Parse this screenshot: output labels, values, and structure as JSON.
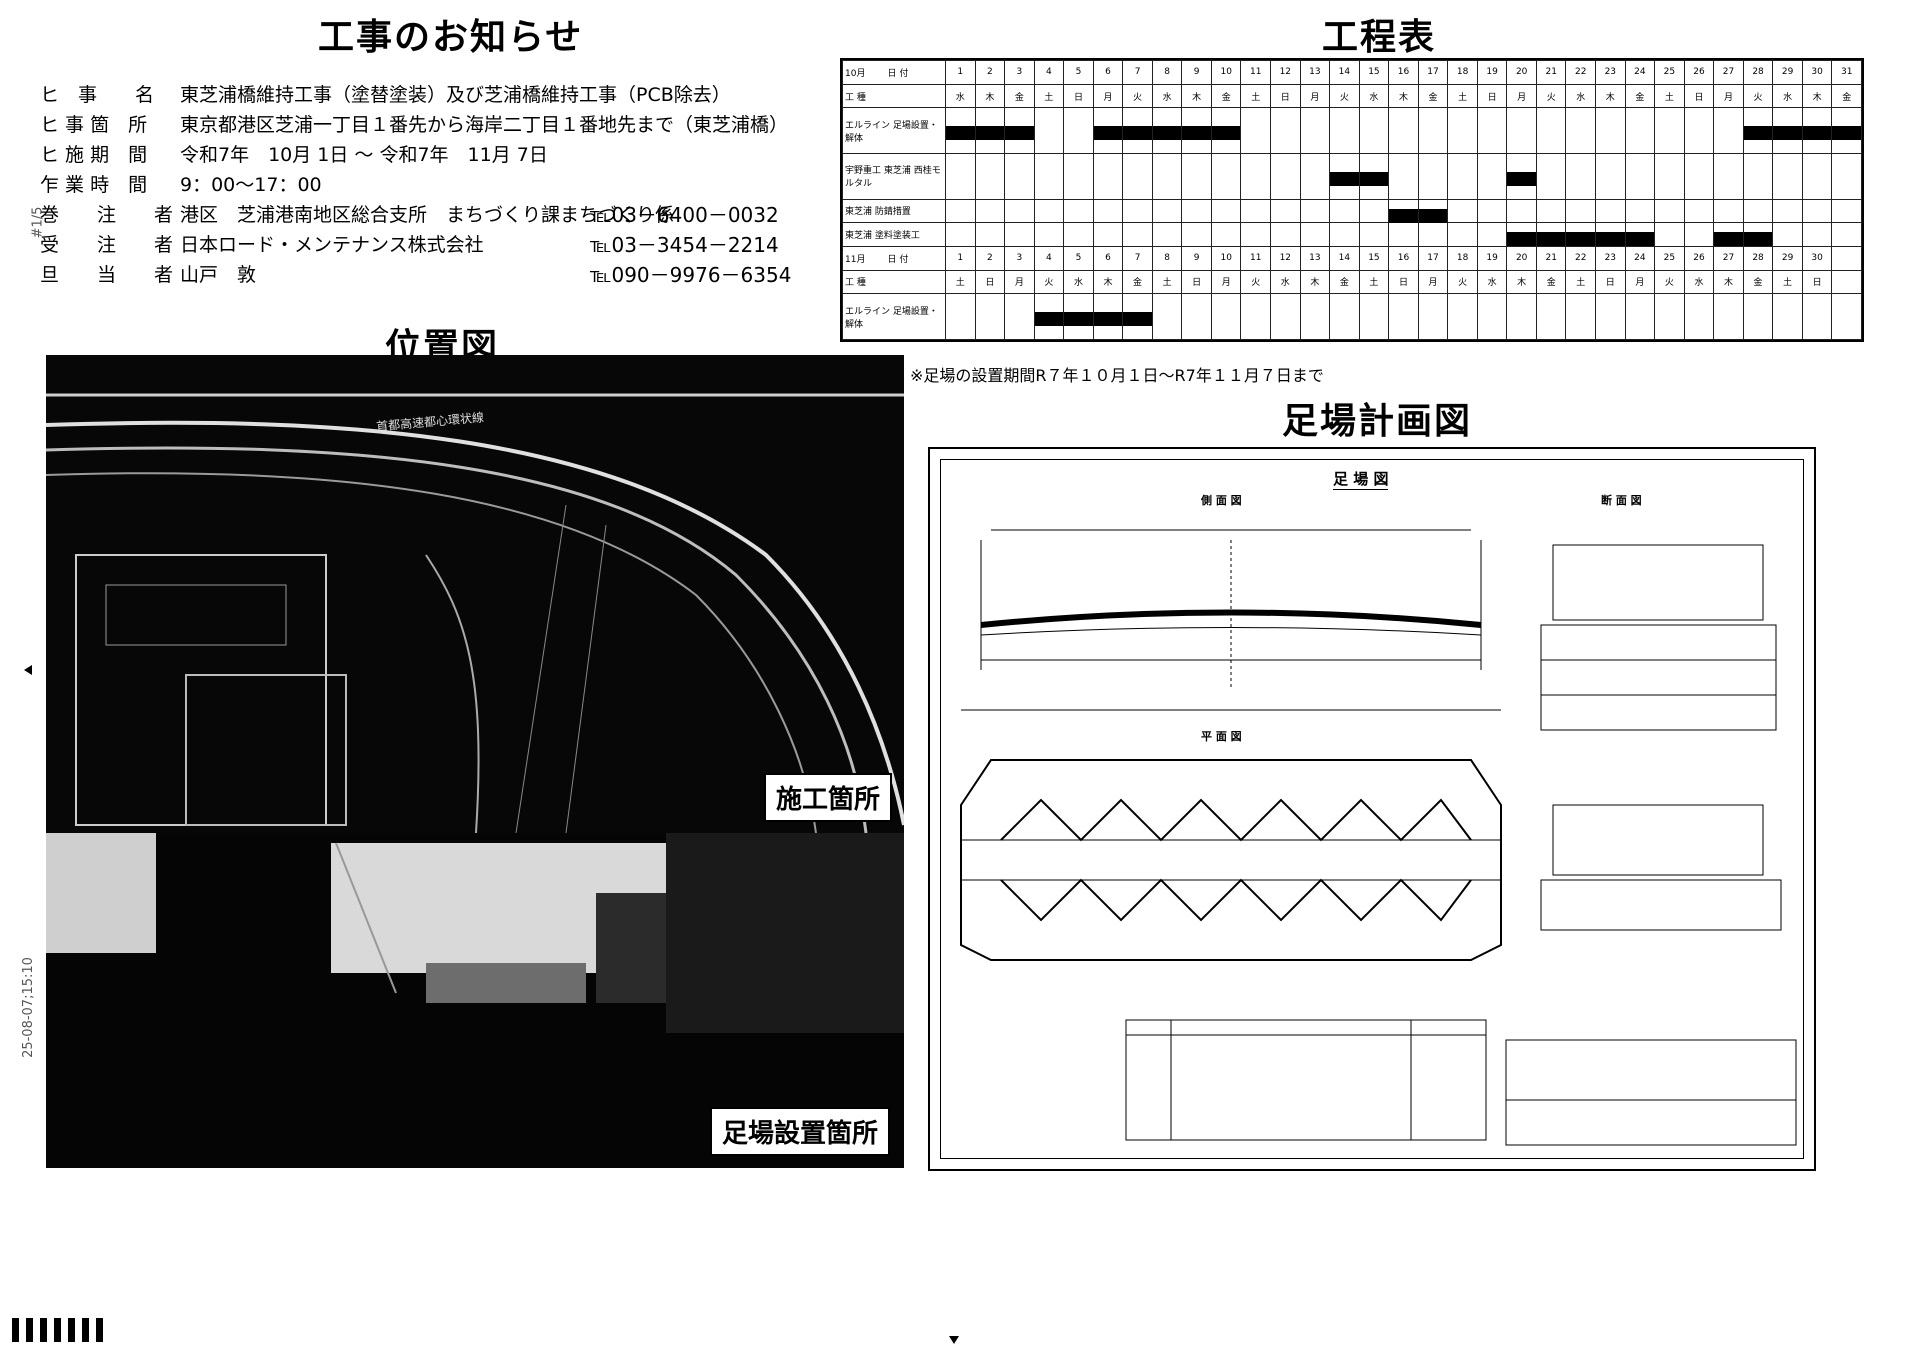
{
  "notice": {
    "title": "工事のお知らせ",
    "rows": [
      {
        "label": "ヒ　事　　名",
        "value": "東芝浦橋維持工事（塗替塗装）及び芝浦橋維持工事（PCB除去）",
        "tel": ""
      },
      {
        "label": "ヒ 事 箇　所",
        "value": "東京都港区芝浦一丁目１番先から海岸二丁目１番地先まで（東芝浦橋）",
        "tel": ""
      },
      {
        "label": "ヒ 施 期　間",
        "value": "令和7年　10月 1日 ～ 令和7年　11月 7日",
        "tel": ""
      },
      {
        "label": "乍 業 時　間",
        "value": "9：00～17：00",
        "tel": ""
      },
      {
        "label": "巻　　注　　者",
        "value": "港区　芝浦港南地区総合支所　まちづくり課まちづくり係",
        "tel": "℡03－6400－0032"
      },
      {
        "label": "受　　注　　者",
        "value": "日本ロード・メンテナンス株式会社",
        "tel": "℡03－3454－2214"
      },
      {
        "label": "旦　　当　　者",
        "value": "山戸　敦",
        "tel": "℡090－9976－6354"
      }
    ]
  },
  "schedule": {
    "title": "工程表",
    "oct": {
      "month_label": "10月",
      "date_label": "日 付",
      "kind_label": "工 種",
      "days": [
        "1",
        "2",
        "3",
        "4",
        "5",
        "6",
        "7",
        "8",
        "9",
        "10",
        "11",
        "12",
        "13",
        "14",
        "15",
        "16",
        "17",
        "18",
        "19",
        "20",
        "21",
        "22",
        "23",
        "24",
        "25",
        "26",
        "27",
        "28",
        "29",
        "30",
        "31"
      ],
      "weekdays": [
        "水",
        "木",
        "金",
        "土",
        "日",
        "月",
        "火",
        "水",
        "木",
        "金",
        "土",
        "日",
        "月",
        "火",
        "水",
        "木",
        "金",
        "土",
        "日",
        "月",
        "火",
        "水",
        "木",
        "金",
        "土",
        "日",
        "月",
        "火",
        "水",
        "木",
        "金"
      ],
      "tasks": [
        {
          "name": "エルライン 足場設置・解体",
          "active_days": [
            1,
            2,
            3,
            6,
            7,
            8,
            9,
            10,
            28,
            29,
            30,
            31
          ]
        },
        {
          "name": "宇野重工 東芝浦 西桂モルタル",
          "active_days": [
            14,
            15,
            20
          ]
        },
        {
          "name": "東芝浦 防錆措置",
          "active_days": [
            16,
            17
          ]
        },
        {
          "name": "東芝浦 塗料塗装工",
          "active_days": [
            20,
            21,
            22,
            23,
            24,
            27,
            28
          ]
        }
      ]
    },
    "nov": {
      "month_label": "11月",
      "date_label": "日 付",
      "kind_label": "工 種",
      "days": [
        "1",
        "2",
        "3",
        "4",
        "5",
        "6",
        "7",
        "8",
        "9",
        "10",
        "11",
        "12",
        "13",
        "14",
        "15",
        "16",
        "17",
        "18",
        "19",
        "20",
        "21",
        "22",
        "23",
        "24",
        "25",
        "26",
        "27",
        "28",
        "29",
        "30"
      ],
      "weekdays": [
        "土",
        "日",
        "月",
        "火",
        "水",
        "木",
        "金",
        "土",
        "日",
        "月",
        "火",
        "水",
        "木",
        "金",
        "土",
        "日",
        "月",
        "火",
        "水",
        "木",
        "金",
        "土",
        "日",
        "月",
        "火",
        "水",
        "木",
        "金",
        "土",
        "日"
      ],
      "tasks": [
        {
          "name": "エルライン 足場設置・解体",
          "active_days": [
            4,
            5,
            6,
            7
          ]
        }
      ]
    }
  },
  "location": {
    "title": "位置図",
    "site_label": "施工箇所",
    "scaffold_label": "足場設置箇所",
    "map_text": "首都高速都心環状線"
  },
  "scaffold": {
    "note": "※足場の設置期間R７年１０月１日～R7年１１月７日まで",
    "title": "足場計画図",
    "drawing_title": "足 場 図",
    "side_view": "側 面 図",
    "section_view": "断 面 図",
    "plan_view": "平 面 図"
  },
  "side": {
    "vertical_text": "#1/5",
    "timestamp": "25-08-07;15:10"
  }
}
